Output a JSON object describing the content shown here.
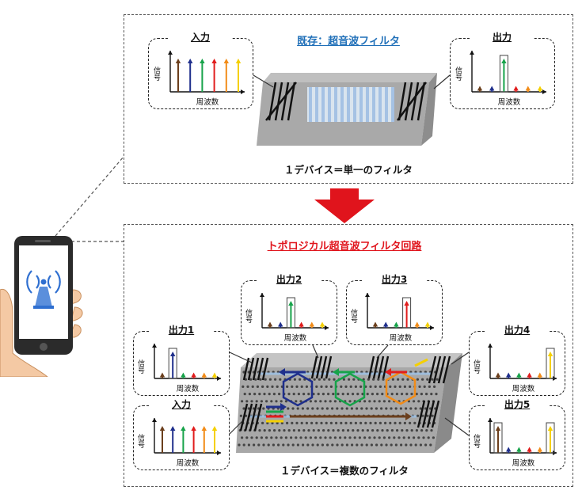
{
  "top": {
    "title": "既存：超音波フィルタ",
    "caption": "１デバイス＝単一のフィルタ",
    "input_title": "入力",
    "output_title": "出力"
  },
  "bottom": {
    "title": "トポロジカル超音波フィルタ回路",
    "caption": "１デバイス＝複数のフィルタ",
    "input_title": "入力",
    "outputs": [
      "出力1",
      "出力2",
      "出力3",
      "出力4",
      "出力5"
    ]
  },
  "axes": {
    "y_label": "信号",
    "x_label": "周波数"
  },
  "colors": {
    "brown": "#6b3f1d",
    "navy": "#1f2f8c",
    "green": "#17a34a",
    "red": "#e11d1d",
    "orange": "#f28c18",
    "yellow": "#f5d000",
    "top_title": "#1f6fb8",
    "bottom_title": "#e0141c",
    "arrow": "#e0141c"
  },
  "icons": [
    "smartphone-icon",
    "wireless-signal-icon",
    "hand-icon",
    "down-arrow-icon"
  ]
}
